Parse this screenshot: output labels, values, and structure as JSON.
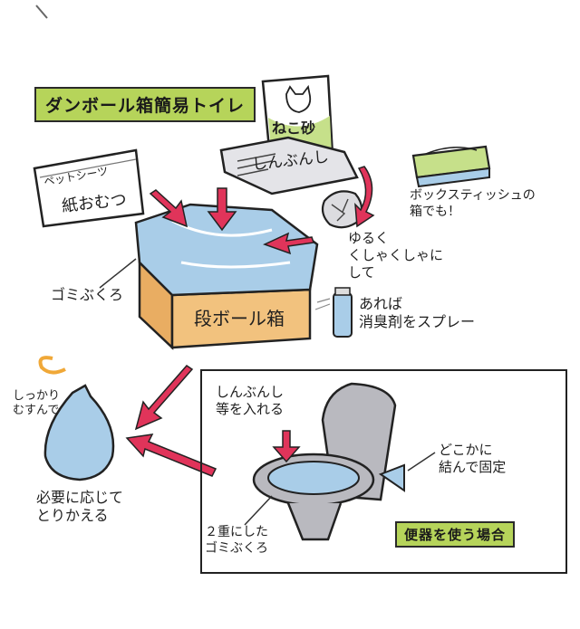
{
  "title": "ダンボール箱簡易トイレ",
  "labels": {
    "cat_litter": "ねこ砂",
    "newspaper": "しんぶんし",
    "pet_sheet": "ペットシーツ",
    "diaper": "紙おむつ",
    "tissue_box": "ボックスティッシュの\n箱でも！",
    "crumple": "ゆるく\nくしゃくしゃに\nして",
    "garbage_bag": "ゴミぶくろ",
    "cardboard": "段ボール箱",
    "deodorant": "あれば\n消臭剤をスプレー",
    "tie_tight": "しっかり\nむすんで",
    "replace": "必要に応じて\nとりかえる",
    "put_newspaper": "しんぶんし\n等を入れる",
    "tie_fix": "どこかに\n結んで固定",
    "double_bag": "２重にした\nゴミぶくろ",
    "toilet_case": "便器を使う場合"
  },
  "colors": {
    "green": "#b6d45a",
    "cardboard": "#f2c27e",
    "blue": "#a9cde8",
    "red_arrow": "#e0345a",
    "gray": "#b9b9bf"
  }
}
